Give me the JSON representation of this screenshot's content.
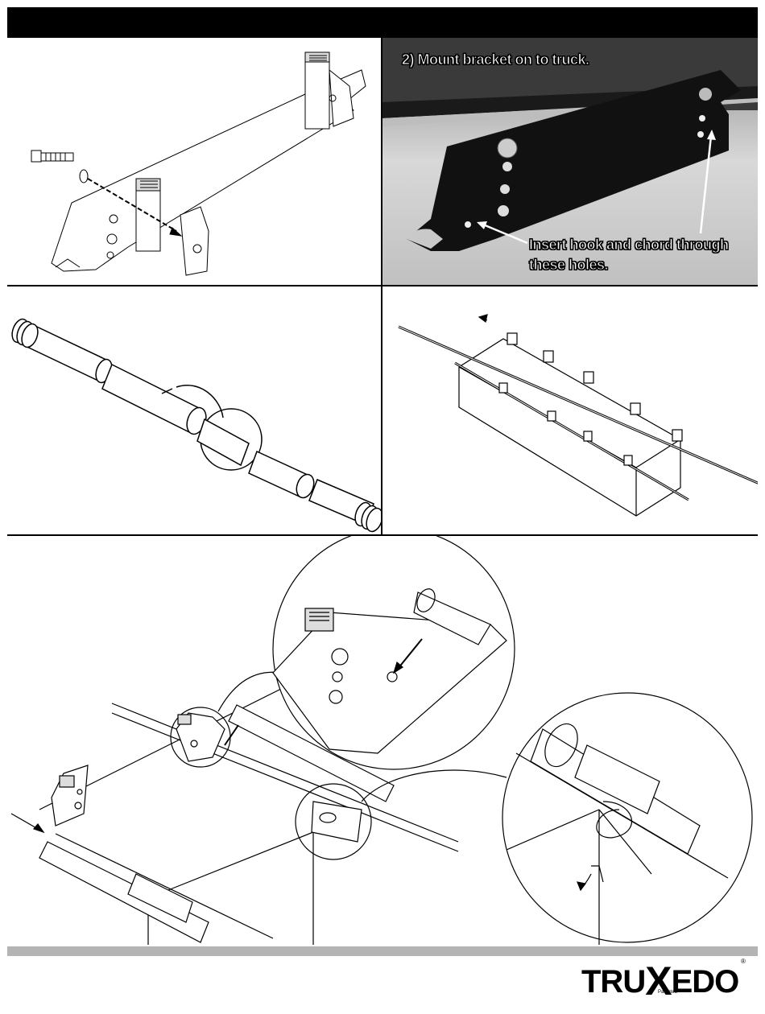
{
  "photo": {
    "step_caption": "2) Mount bracket on to truck.",
    "hole_caption_line1": "Insert hook and chord through",
    "hole_caption_line2": "these holes."
  },
  "logo": {
    "part1": "TRU",
    "part2": "X",
    "part3": "EDO",
    "sub": "Patented",
    "reg": "®"
  },
  "colors": {
    "header_bar": "#000000",
    "footer_bar": "#b4b4b4",
    "photo_bracket": "#111111"
  },
  "icons": [
    "bolt-icon",
    "washer-icon",
    "clamp-icon",
    "arrow-icon",
    "bracket-icon"
  ]
}
